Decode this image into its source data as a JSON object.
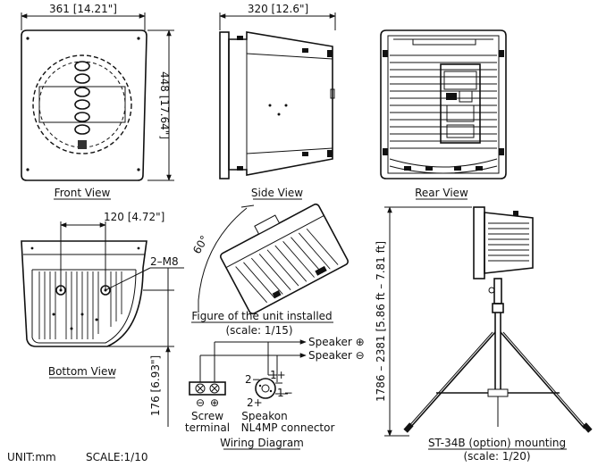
{
  "front_view": {
    "title": "Front View",
    "width_label": "361 [14.21\"]",
    "height_label": "448 [17.64\"]"
  },
  "side_view": {
    "title": "Side View",
    "depth_label": "320 [12.6\"]"
  },
  "rear_view": {
    "title": "Rear View"
  },
  "bottom_view": {
    "title": "Bottom View",
    "spacing_label": "120 [4.72\"]",
    "mount_label": "2–M8",
    "height_label": "176 [6.93\"]"
  },
  "installed_figure": {
    "title": "Figure of the unit installed",
    "scale": "(scale: 1/15)",
    "angle_label": "60°"
  },
  "wiring": {
    "title": "Wiring Diagram",
    "speaker_plus": "Speaker ⊕",
    "speaker_minus": "Speaker ⊖",
    "pin_1plus": "1+",
    "pin_1minus": "1−",
    "pin_2minus": "2−",
    "pin_2plus": "2+",
    "terminal_minus": "⊖",
    "terminal_plus": "⊕",
    "screw_line1": "Screw",
    "screw_line2": "terminal",
    "speakon_line1": "Speakon",
    "speakon_line2": "NL4MP connector"
  },
  "stand": {
    "title": "ST-34B (option) mounting",
    "scale": "(scale: 1/20)",
    "height_label": "1786 – 2381 [5.86 ft – 7.81 ft]"
  },
  "footer": {
    "unit": "UNIT:mm",
    "scale": "SCALE:1/10"
  }
}
